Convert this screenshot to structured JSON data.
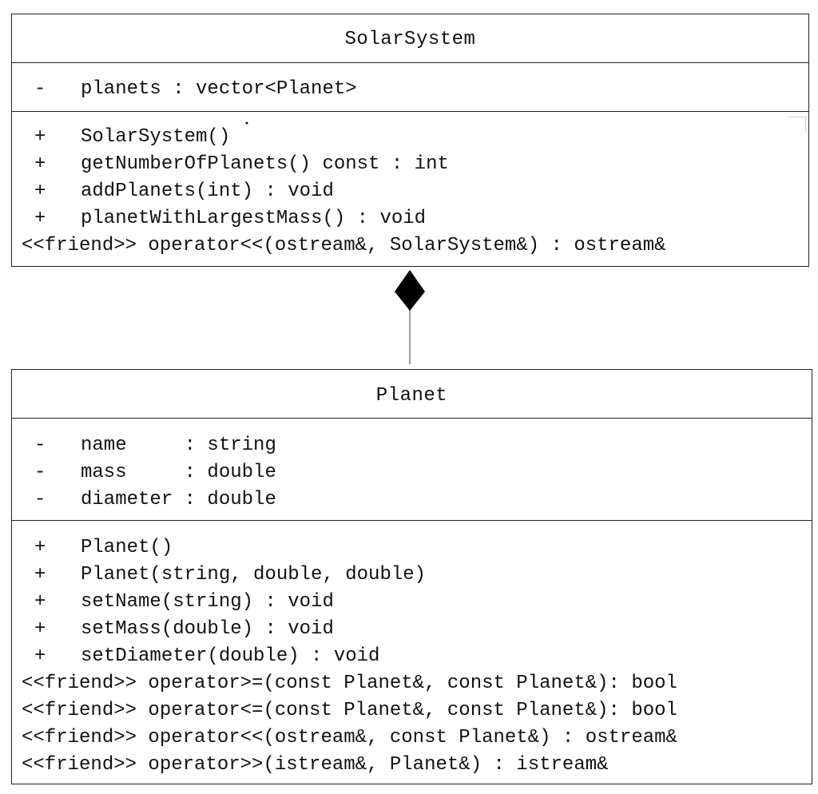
{
  "solar_system": {
    "name": "SolarSystem",
    "attributes": [
      {
        "visibility": "-",
        "text": "planets : vector<Planet>"
      }
    ],
    "operations": [
      {
        "visibility": "+",
        "text": "SolarSystem()"
      },
      {
        "visibility": "+",
        "text": "getNumberOfPlanets() const : int"
      },
      {
        "visibility": "+",
        "text": "addPlanets(int) : void"
      },
      {
        "visibility": "+",
        "text": "planetWithLargestMass() : void"
      },
      {
        "visibility": "",
        "text": "<<friend>> operator<<(ostream&, SolarSystem&) : ostream&"
      }
    ]
  },
  "planet": {
    "name": "Planet",
    "attributes": [
      {
        "visibility": "-",
        "text": "name     : string"
      },
      {
        "visibility": "-",
        "text": "mass     : double"
      },
      {
        "visibility": "-",
        "text": "diameter : double"
      }
    ],
    "operations": [
      {
        "visibility": "+",
        "text": "Planet()"
      },
      {
        "visibility": "+",
        "text": "Planet(string, double, double)"
      },
      {
        "visibility": "+",
        "text": "setName(string) : void"
      },
      {
        "visibility": "+",
        "text": "setMass(double) : void"
      },
      {
        "visibility": "+",
        "text": "setDiameter(double) : void"
      },
      {
        "visibility": "",
        "text": "<<friend>> operator>=(const Planet&, const Planet&): bool"
      },
      {
        "visibility": "",
        "text": "<<friend>> operator<=(const Planet&, const Planet&): bool"
      },
      {
        "visibility": "",
        "text": "<<friend>> operator<<(ostream&, const Planet&) : ostream&"
      },
      {
        "visibility": "",
        "text": "<<friend>> operator>>(istream&, Planet&) : istream&"
      }
    ]
  },
  "relationship": {
    "type": "composition",
    "whole": "SolarSystem",
    "part": "Planet",
    "line_color": "#999999",
    "diamond_color": "#000000"
  }
}
